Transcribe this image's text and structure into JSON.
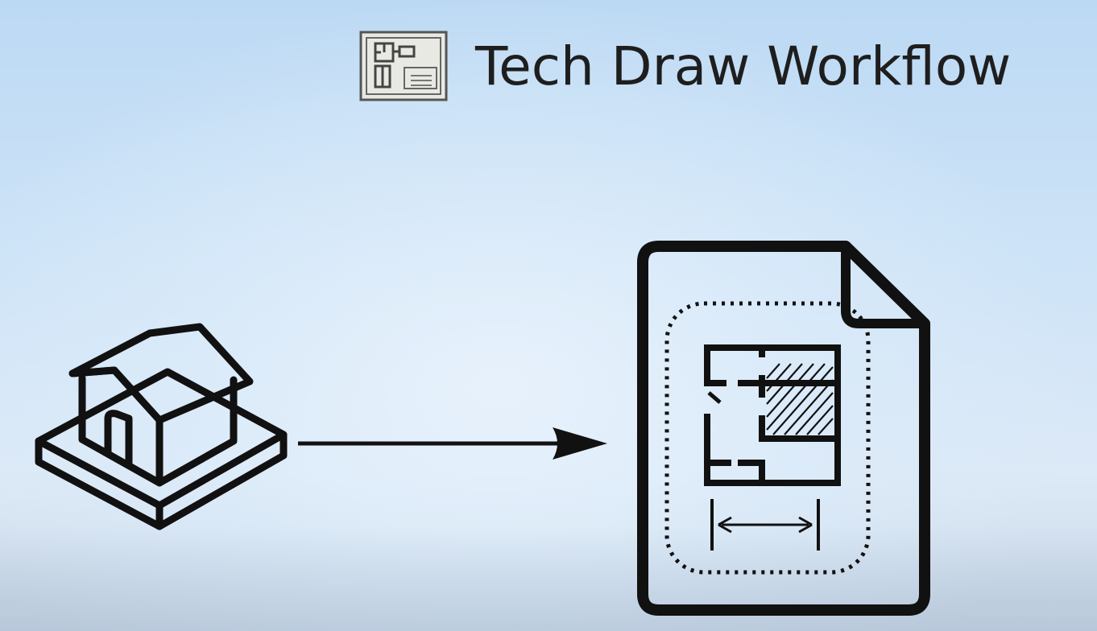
{
  "header": {
    "title": "Tech Draw Workflow",
    "icon": "techdraw-workbench-icon"
  },
  "diagram": {
    "nodes": [
      {
        "id": "source",
        "icon": "house-3d-model-icon"
      },
      {
        "id": "target",
        "icon": "drawing-page-icon"
      }
    ],
    "edges": [
      {
        "from": "source",
        "to": "target",
        "icon": "arrow-right-icon"
      }
    ]
  },
  "colors": {
    "stroke": "#111111",
    "title": "#1e1e1e",
    "icon_frame": "#555555",
    "icon_fill": "#e9e9e4"
  }
}
